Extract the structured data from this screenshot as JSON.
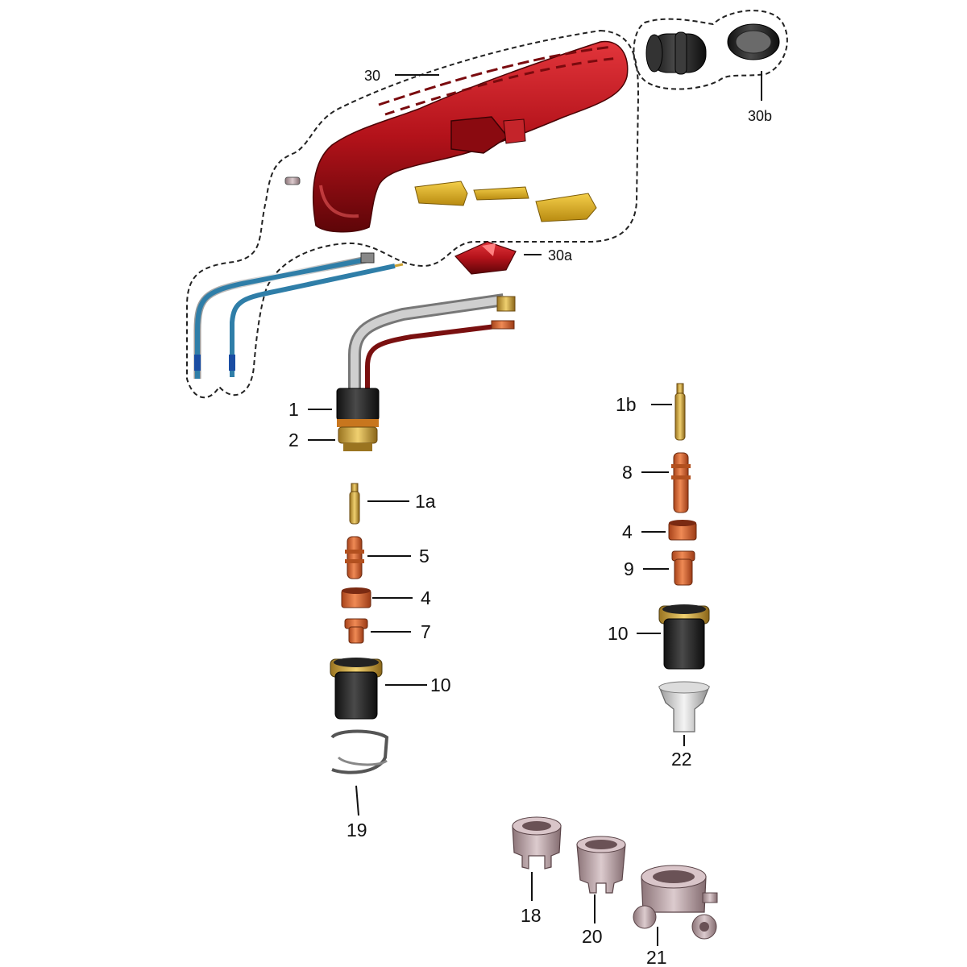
{
  "labels": {
    "l30": "30",
    "l30a": "30a",
    "l30b": "30b",
    "l1": "1",
    "l2": "2",
    "l1a": "1a",
    "l5": "5",
    "l4_left": "4",
    "l7": "7",
    "l10_left": "10",
    "l19": "19",
    "l1b": "1b",
    "l8": "8",
    "l4_right": "4",
    "l9": "9",
    "l10_right": "10",
    "l22": "22",
    "l18": "18",
    "l20": "20",
    "l21": "21"
  },
  "colors": {
    "handle_red": "#b3121a",
    "trigger_yellow": "#e0b21c",
    "copper": "#d2632c",
    "brass": "#c9a032",
    "cable_blue": "#2f7ea8",
    "black_part": "#262626",
    "steel_pink": "#b79b9f",
    "silver": "#c8c8c8"
  }
}
